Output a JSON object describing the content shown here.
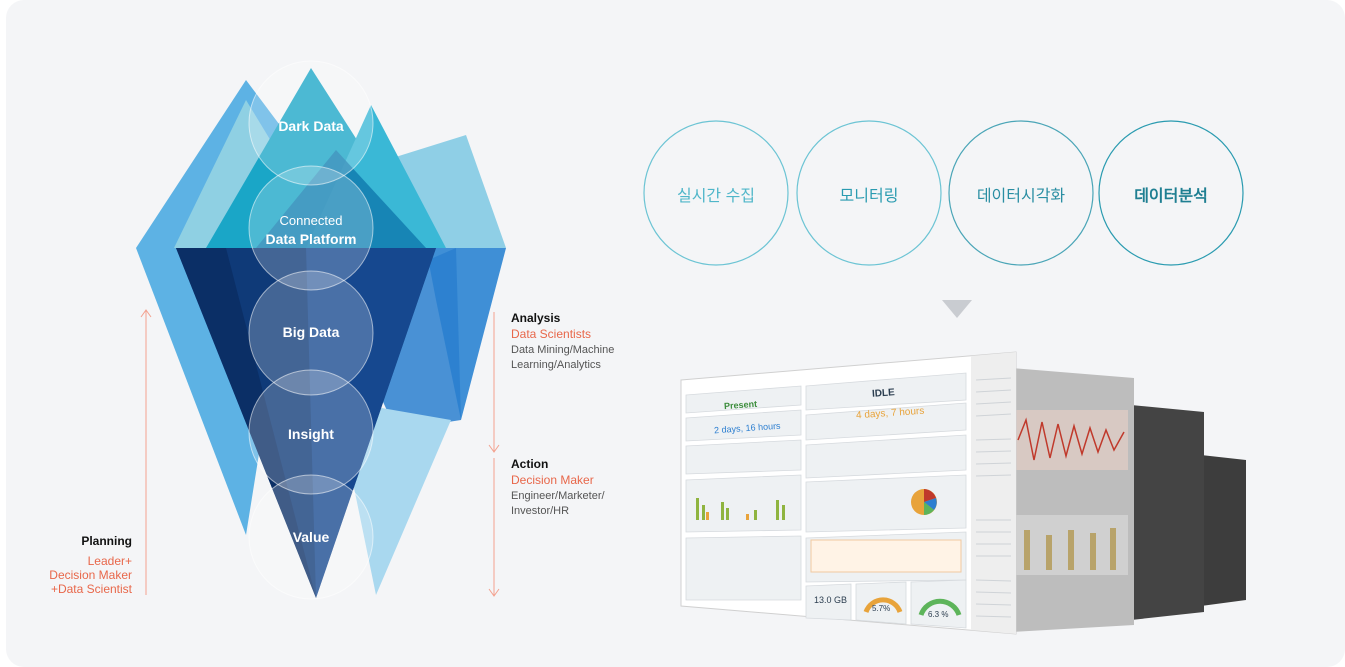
{
  "pyramid": {
    "levels": [
      {
        "line1": "",
        "line2": "Dark Data"
      },
      {
        "line1": "Connected",
        "line2": "Data Platform"
      },
      {
        "line1": "",
        "line2": "Big Data"
      },
      {
        "line1": "",
        "line2": "Insight"
      },
      {
        "line1": "",
        "line2": "Value"
      }
    ]
  },
  "planning": {
    "title": "Planning",
    "roles": [
      "Leader+",
      "Decision Maker",
      "+Data Scientist"
    ]
  },
  "analysis": {
    "title": "Analysis",
    "role": "Data Scientists",
    "desc": [
      "Data Mining/Machine",
      "Learning/Analytics"
    ]
  },
  "action": {
    "title": "Action",
    "role": "Decision Maker",
    "desc": [
      "Engineer/Marketer/",
      "Investor/HR"
    ]
  },
  "process_circles": [
    "실시간 수집",
    "모니터링",
    "데이터시각화",
    "데이터분석"
  ],
  "dashboard": {
    "status": "IDLE",
    "present": "Present",
    "uptime": "4 days, 7 hours",
    "uptime2": "2 days, 16 hours",
    "gauges": [
      "13.0 GB",
      "5.7%",
      "6.3 %"
    ]
  },
  "colors": {
    "teal_light": "#8fd3e4",
    "teal": "#1aa6c7",
    "blue_mid": "#2d7fd0",
    "navy": "#0f3a78",
    "accent": "#e8674a",
    "circle_stroke": "#6cc4d4"
  }
}
